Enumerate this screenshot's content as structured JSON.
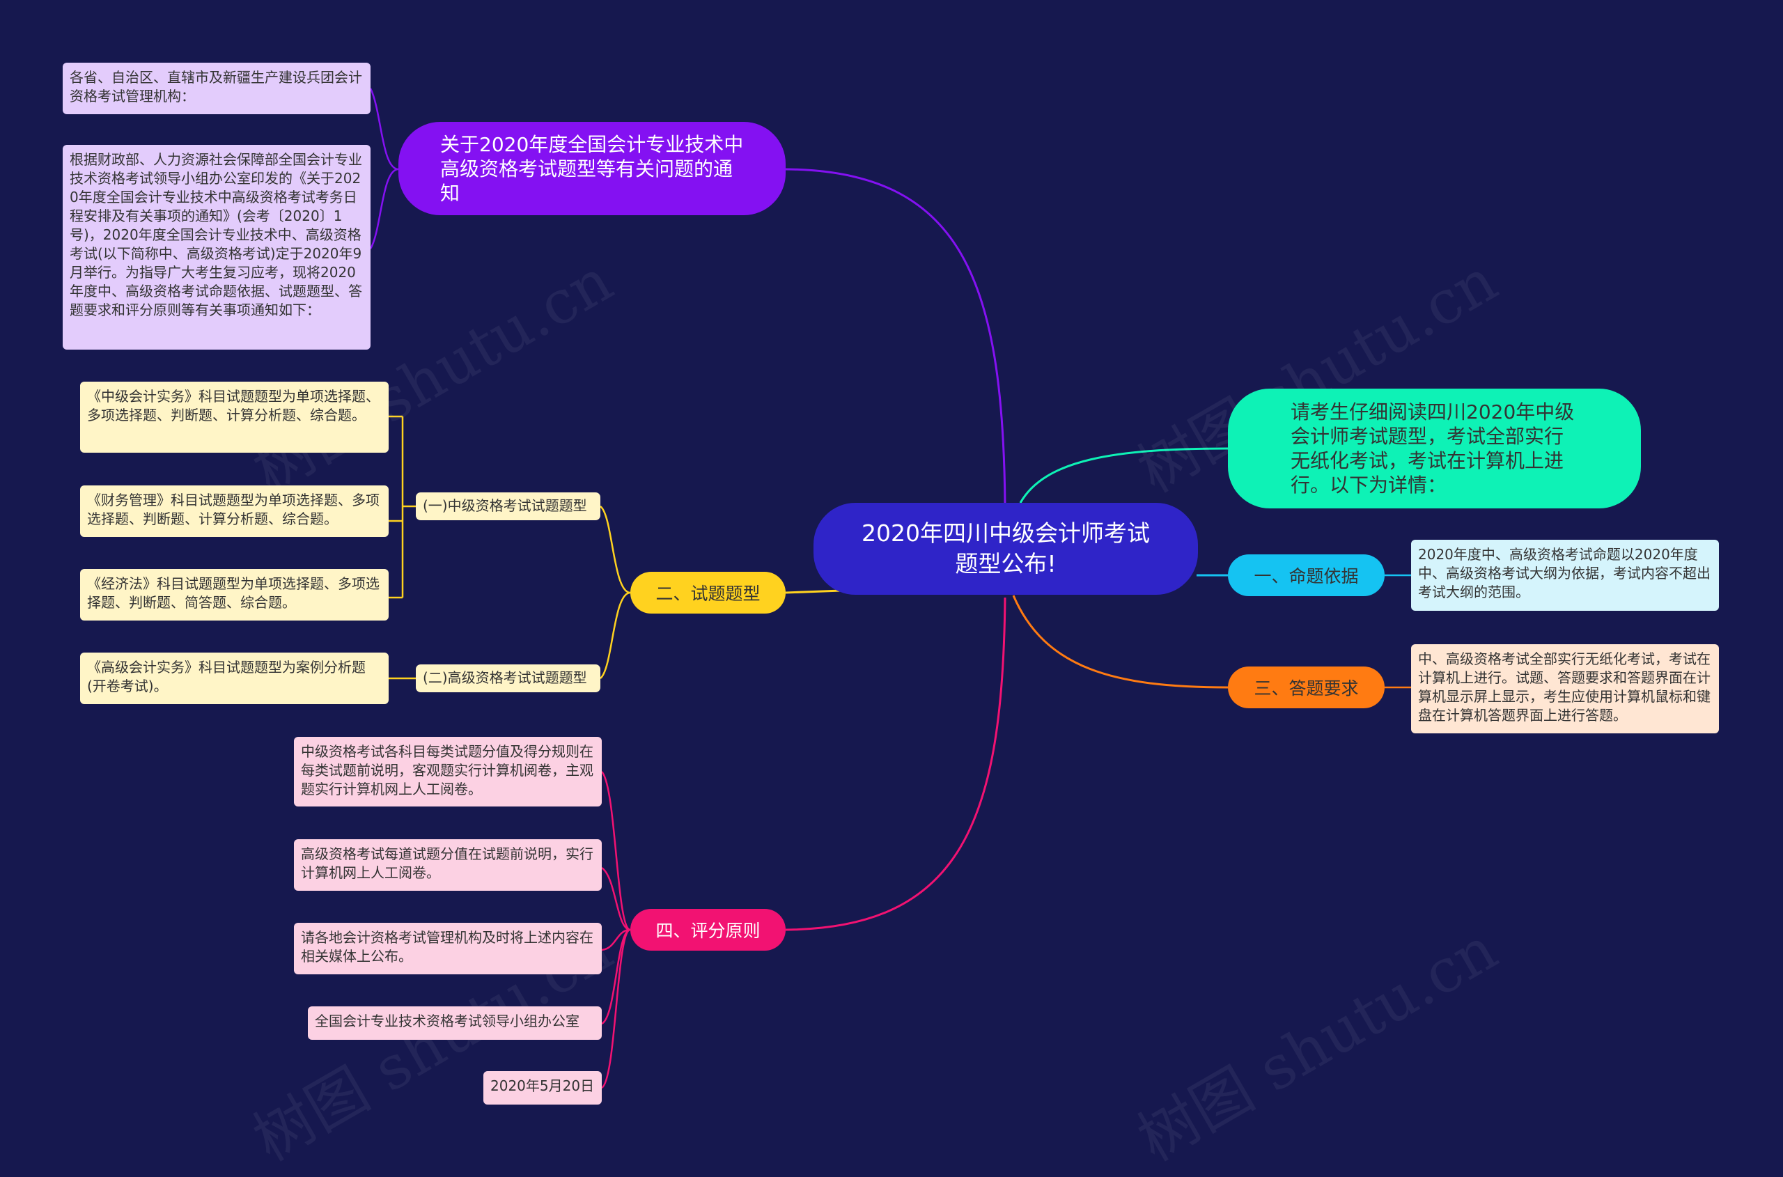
{
  "root": {
    "text": "2020年四川中级会计师考试题型公布!"
  },
  "notice": {
    "title": "关于2020年度全国会计专业技术中高级资格考试题型等有关问题的通知",
    "items": [
      "各省、自治区、直辖市及新疆生产建设兵团会计资格考试管理机构：",
      "根据财政部、人力资源社会保障部全国会计专业技术资格考试领导小组办公室印发的《关于2020年度全国会计专业技术中高级资格考试考务日程安排及有关事项的通知》(会考〔2020〕1号)，2020年度全国会计专业技术中、高级资格考试(以下简称中、高级资格考试)定于2020年9月举行。为指导广大考生复习应考，现将2020年度中、高级资格考试命题依据、试题题型、答题要求和评分原则等有关事项通知如下："
    ]
  },
  "intro": {
    "text": "请考生仔细阅读四川2020年中级会计师考试题型，考试全部实行无纸化考试，考试在计算机上进行。以下为详情："
  },
  "basis": {
    "label": "一、命题依据",
    "detail": "2020年度中、高级资格考试命题以2020年度中、高级资格考试大纲为依据，考试内容不超出考试大纲的范围。"
  },
  "types": {
    "label": "二、试题题型",
    "intermediate": {
      "label": "(一)中级资格考试试题题型",
      "items": [
        "《中级会计实务》科目试题题型为单项选择题、多项选择题、判断题、计算分析题、综合题。",
        "《财务管理》科目试题题型为单项选择题、多项选择题、判断题、计算分析题、综合题。",
        "《经济法》科目试题题型为单项选择题、多项选择题、判断题、简答题、综合题。"
      ]
    },
    "senior": {
      "label": "(二)高级资格考试试题题型",
      "items": [
        "《高级会计实务》科目试题题型为案例分析题(开卷考试)。"
      ]
    }
  },
  "answer": {
    "label": "三、答题要求",
    "detail": "中、高级资格考试全部实行无纸化考试，考试在计算机上进行。试题、答题要求和答题界面在计算机显示屏上显示，考生应使用计算机鼠标和键盘在计算机答题界面上进行答题。"
  },
  "scoring": {
    "label": "四、评分原则",
    "items": [
      "中级资格考试各科目每类试题分值及得分规则在每类试题前说明，客观题实行计算机阅卷，主观题实行计算机网上人工阅卷。",
      "高级资格考试每道试题分值在试题前说明，实行计算机网上人工阅卷。",
      "请各地会计资格考试管理机构及时将上述内容在相关媒体上公布。",
      "全国会计专业技术资格考试领导小组办公室",
      "2020年5月20日"
    ]
  },
  "watermark": "树图 shutu.cn",
  "colors": {
    "background": "#16184f",
    "root": "#2f24c8",
    "notice": "#8411f2",
    "intro": "#0ef2b6",
    "basis": "#15c3f2",
    "types": "#ffd21f",
    "answer": "#ff7b12",
    "scoring": "#f21272"
  }
}
